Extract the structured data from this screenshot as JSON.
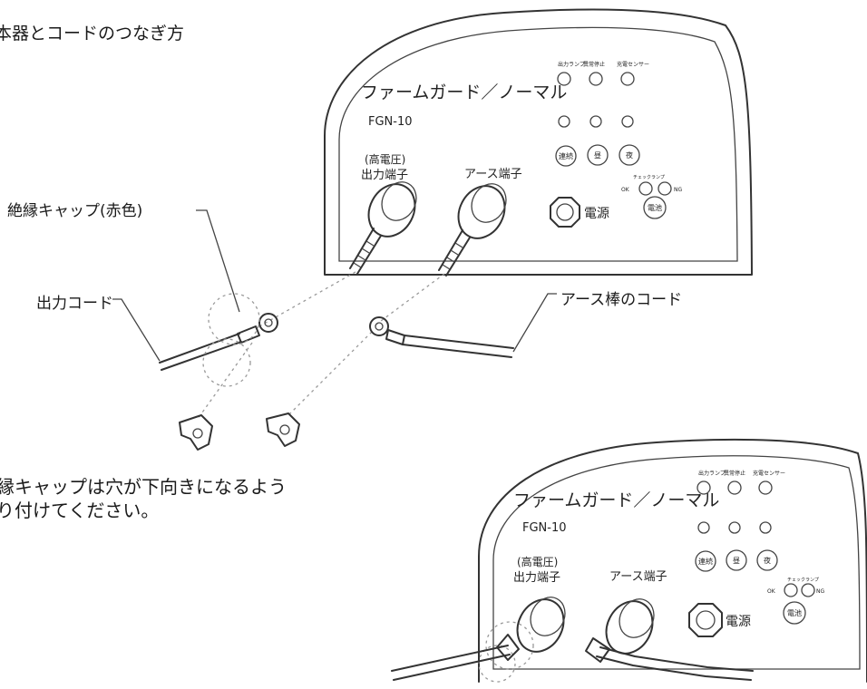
{
  "heading": "本器とコードのつなぎ方",
  "callouts": {
    "insulation_cap": "絶縁キャップ(赤色)",
    "output_cord": "出力コード",
    "ground_rod_cord": "アース棒のコード"
  },
  "note": {
    "line1": "縁キャップは穴が下向きになるよう",
    "line2": "り付けてください。"
  },
  "device": {
    "name": "ファームガード／ノーマル",
    "model": "FGN-10",
    "output_terminal_line1": "(高電圧)",
    "output_terminal_line2": "出力端子",
    "ground_terminal": "アース端子",
    "power": "電源",
    "indicator_labels": [
      "出力ランプ",
      "異常停止",
      "充電センサー"
    ],
    "buttons": [
      "連続",
      "昼",
      "夜"
    ],
    "check_lamp": "チェックランプ",
    "ok": "OK",
    "ng": "NG",
    "battery": "電池"
  }
}
